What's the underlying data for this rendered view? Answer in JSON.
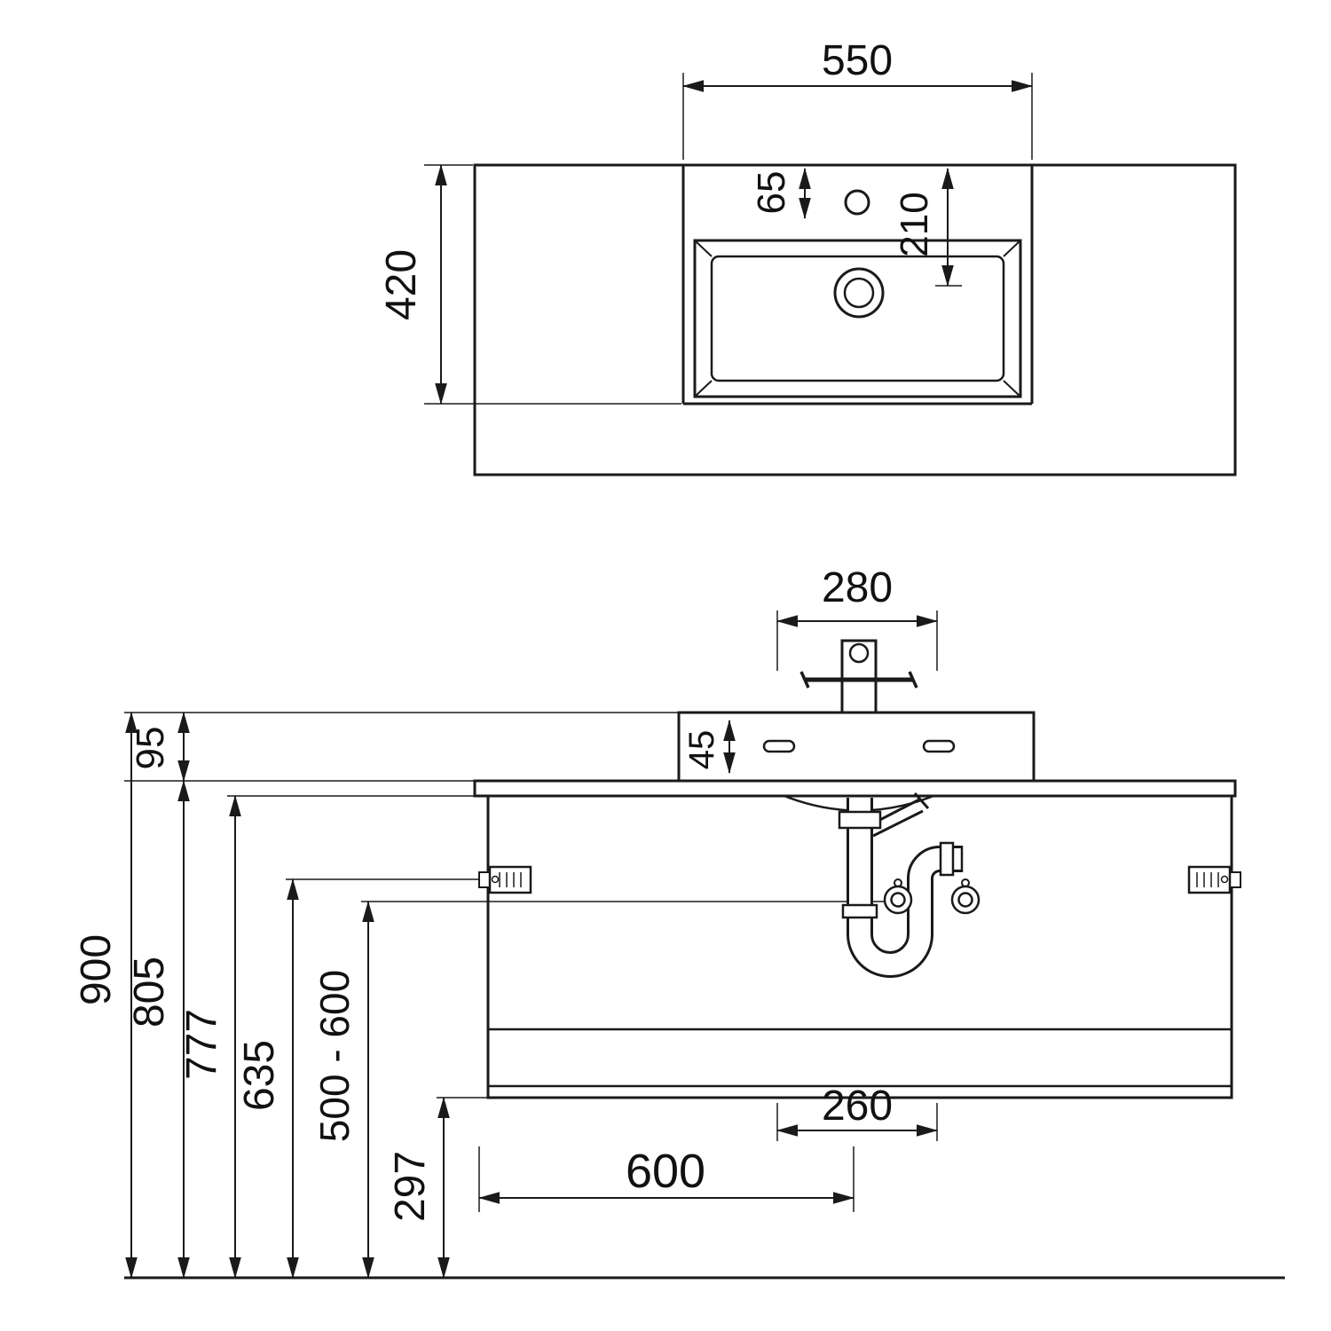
{
  "drawing": {
    "line_color": "#1a1a1a",
    "background": "#ffffff"
  },
  "top_view": {
    "basin_width": "550",
    "basin_depth": "420",
    "tap_hole_offset": "65",
    "drain_offset": "210"
  },
  "front_view": {
    "tap_span": "280",
    "overflow_offset": "45",
    "rim_height": "95",
    "total_height": "900",
    "worktop_height": "805",
    "cabinet_top_height": "777",
    "bracket_height": "635",
    "drain_height_range": "500 - 600",
    "floor_clearance": "297",
    "drain_spacing": "260",
    "cabinet_width": "600"
  }
}
